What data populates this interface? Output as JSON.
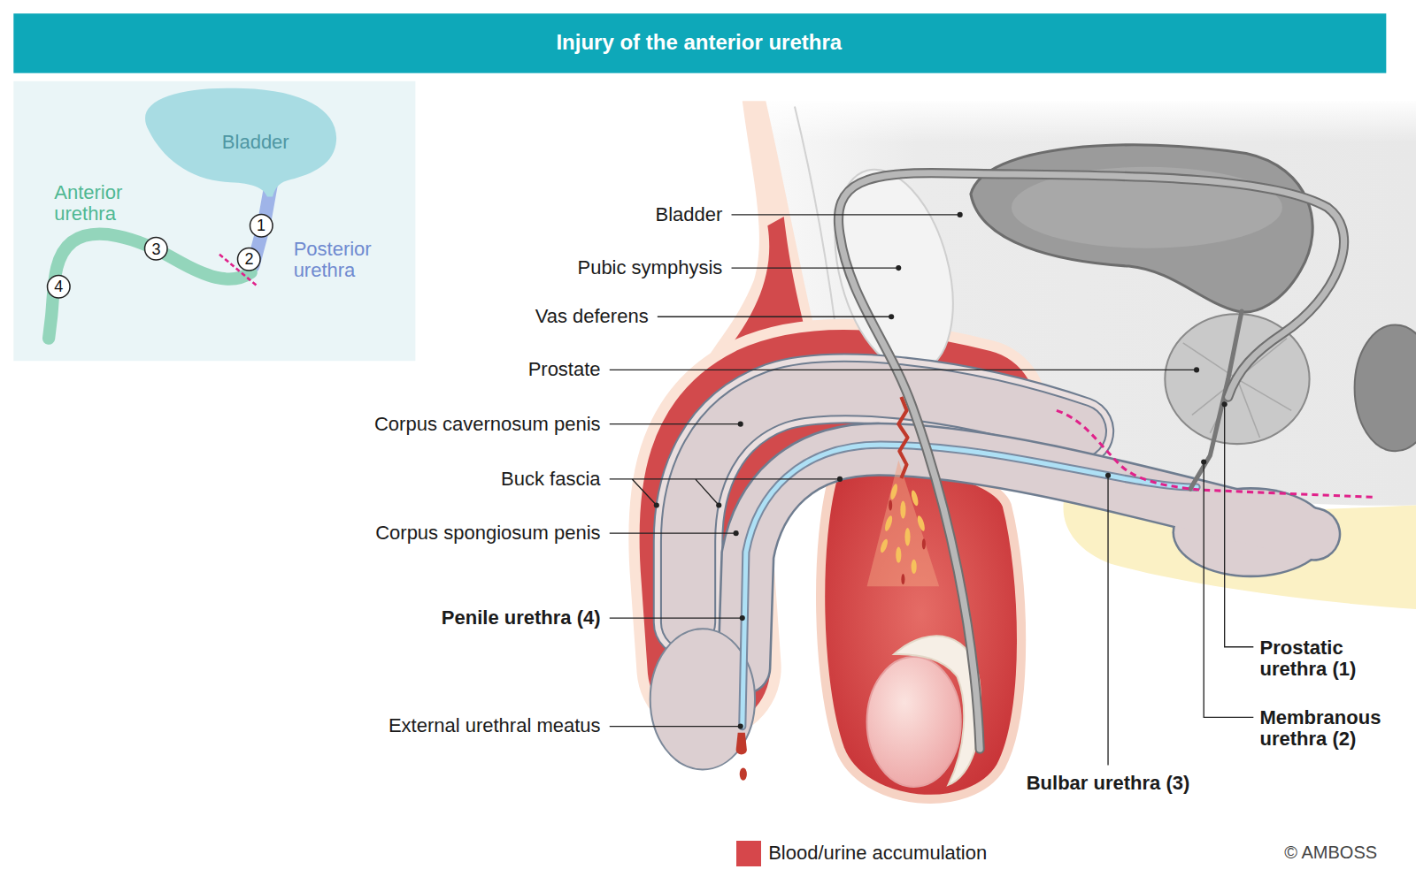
{
  "diagram": {
    "title": "Injury of the anterior urethra",
    "nodes": [
      {
        "text": [
          "Bladder"
        ]
      },
      {
        "text": [
          "1"
        ]
      },
      {
        "text": [
          "2"
        ]
      },
      {
        "text": [
          "3"
        ]
      },
      {
        "text": [
          "4"
        ]
      }
    ],
    "labels": [
      "Anterior urethra",
      "Posterior urethra",
      "Bladder",
      "Pubic symphysis",
      "Vas deferens",
      "Prostate",
      "Corpus cavernosum penis",
      "Buck fascia",
      "Corpus spongiosum penis",
      "Penile urethra (4)",
      "External urethral meatus",
      "Prostatic urethra (1)",
      "Membranous urethra (2)",
      "Bulbar urethra (3)",
      "© AMBOSS"
    ],
    "legend": [
      {
        "text": "Blood/urine accumulation",
        "color": "#d6474b"
      }
    ]
  }
}
